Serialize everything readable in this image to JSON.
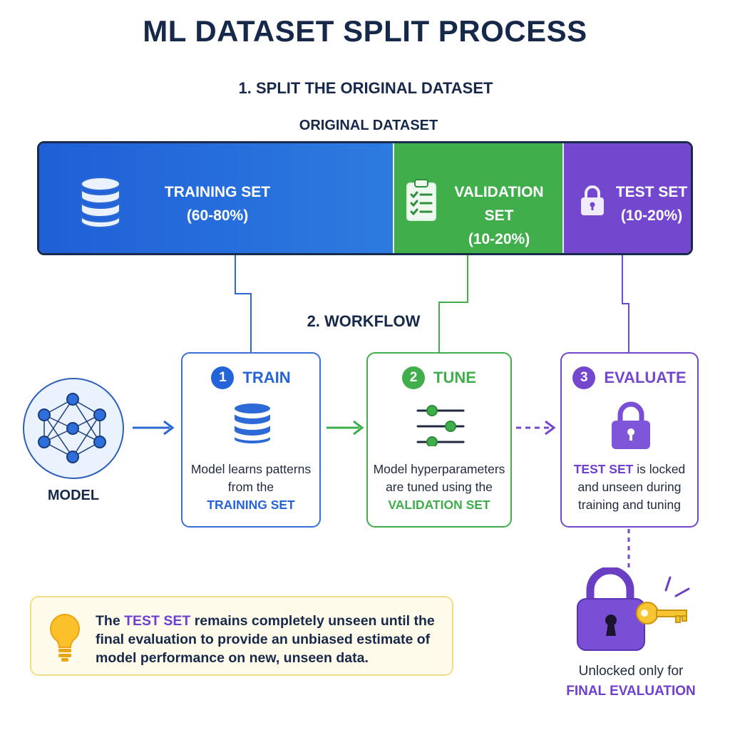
{
  "title": "ML DATASET SPLIT PROCESS",
  "step1": "1. SPLIT THE ORIGINAL DATASET",
  "step2": "2. WORKFLOW",
  "dataset_label": "ORIGINAL DATASET",
  "segments": {
    "train": {
      "name": "TRAINING SET",
      "range": "(60-80%)",
      "icon": "database-icon",
      "color": "#2563d9"
    },
    "validation": {
      "name": "VALIDATION SET",
      "range": "(10-20%)",
      "icon": "checklist-icon",
      "color": "#3fae4b"
    },
    "test": {
      "name": "TEST SET",
      "range": "(10-20%)",
      "icon": "lock-icon",
      "color": "#7447cf"
    }
  },
  "model": {
    "label": "MODEL",
    "icon": "neural-network-icon"
  },
  "cards": {
    "train": {
      "num": "1",
      "title": "TRAIN",
      "desc": "Model learns patterns from the",
      "highlight": "TRAINING SET"
    },
    "tune": {
      "num": "2",
      "title": "TUNE",
      "desc": "Model hyperparameters are tuned using the",
      "highlight": "VALIDATION SET"
    },
    "evaluate": {
      "num": "3",
      "title": "EVALUATE",
      "highlight": "TEST SET",
      "desc": "is locked and unseen during training and tuning"
    }
  },
  "note": {
    "pre": "The",
    "highlight": "TEST SET",
    "post": "remains completely unseen until the final evaluation to provide an unbiased estimate of model performance on new, unseen data.",
    "icon": "lightbulb-icon"
  },
  "final": {
    "line1": "Unlocked only for",
    "line2": "FINAL EVALUATION",
    "icon": "lock-and-key-icon"
  }
}
